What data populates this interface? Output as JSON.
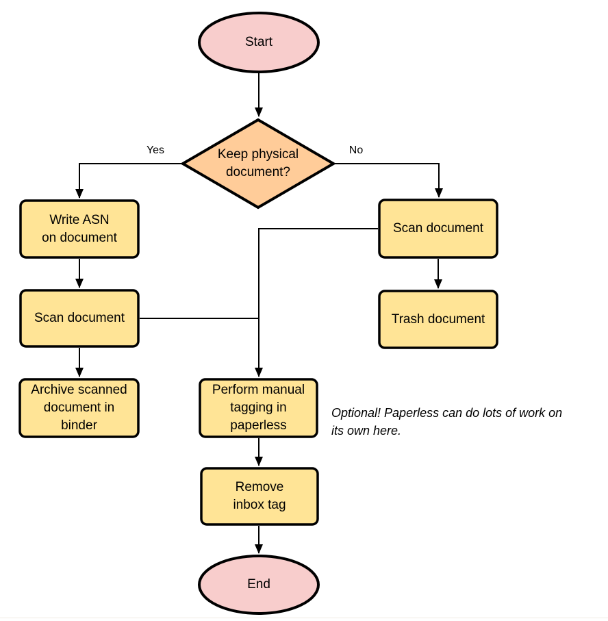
{
  "flowchart": {
    "nodes": {
      "start": {
        "label": "Start",
        "type": "terminator"
      },
      "decision_keep_physical": {
        "label": "Keep physical\ndocument?",
        "type": "decision"
      },
      "write_asn": {
        "label": "Write ASN\non document",
        "type": "process"
      },
      "scan_document_left": {
        "label": "Scan document",
        "type": "process"
      },
      "archive_scanned": {
        "label": "Archive scanned\ndocument in\nbinder",
        "type": "process"
      },
      "scan_document_right": {
        "label": "Scan document",
        "type": "process"
      },
      "trash_document": {
        "label": "Trash document",
        "type": "process"
      },
      "perform_tagging": {
        "label": "Perform manual\ntagging in\npaperless",
        "type": "process"
      },
      "remove_inbox_tag": {
        "label": "Remove\ninbox tag",
        "type": "process"
      },
      "end": {
        "label": "End",
        "type": "terminator"
      }
    },
    "edge_labels": {
      "yes": "Yes",
      "no": "No"
    },
    "annotation": {
      "text": "Optional! Paperless can do lots of work on\nits own here."
    },
    "colors": {
      "terminator_fill": "#f8cdcc",
      "decision_fill": "#ffcc99",
      "process_fill": "#ffe496",
      "stroke": "#000000",
      "connector": "#000000"
    }
  }
}
